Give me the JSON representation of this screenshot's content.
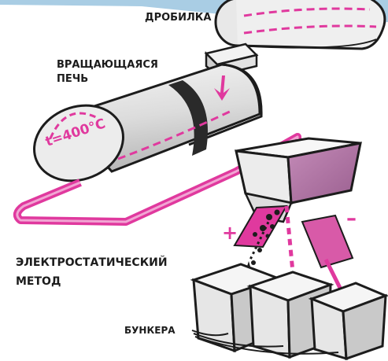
{
  "labels": {
    "crusher": "ДРОБИЛКА",
    "kiln_line1": "ВРАЩАЮЩАЯСЯ",
    "kiln_line2": "ПЕЧЬ",
    "temperature": "t=400°C",
    "method_line1": "ЭЛЕКТРОСТАТИЧЕСКИЙ",
    "method_line2": "МЕТОД",
    "bunkers": "БУНКЕРА",
    "plus": "+",
    "minus": "–"
  },
  "colors": {
    "accent": "#e0399e",
    "ink": "#1c1c1c",
    "plate_pink": "#d97fc2",
    "sky": "#9fc7e0"
  }
}
